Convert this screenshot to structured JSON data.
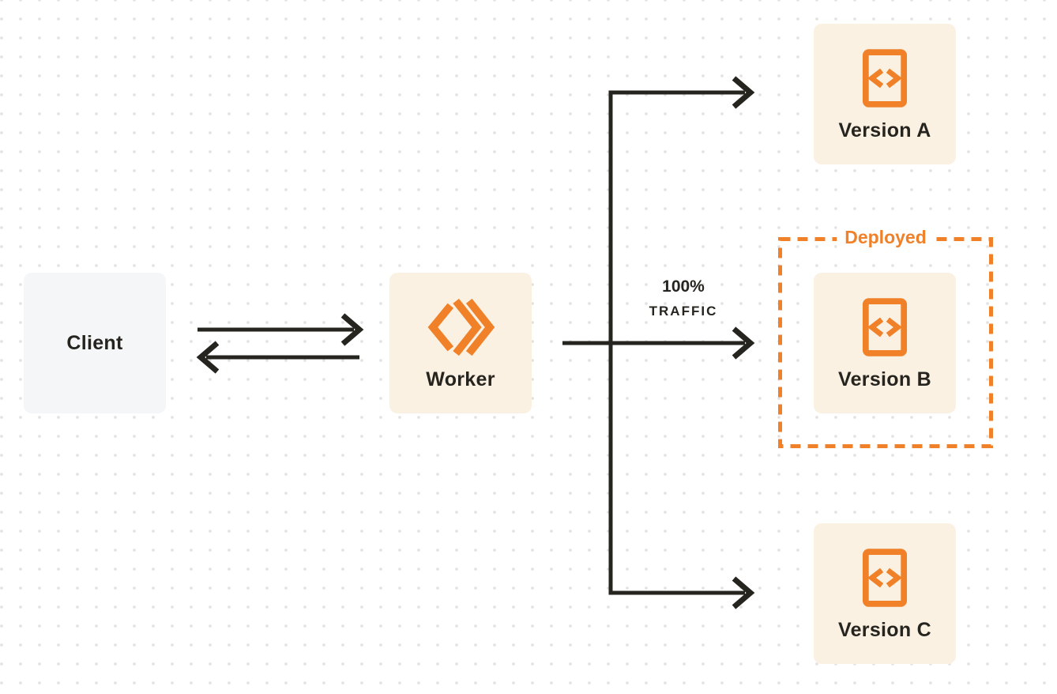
{
  "colors": {
    "accent": "#F08129",
    "node_cream": "#FBF1E3",
    "node_gray": "#F5F6F7",
    "line_ink": "#26241F",
    "dot_grid": "#E2E2E2"
  },
  "nodes": {
    "client": {
      "label": "Client"
    },
    "worker": {
      "label": "Worker",
      "icon": "workers-logo-icon"
    },
    "version_a": {
      "label": "Version A",
      "icon": "code-file-icon"
    },
    "version_b": {
      "label": "Version B",
      "icon": "code-file-icon"
    },
    "version_c": {
      "label": "Version C",
      "icon": "code-file-icon"
    }
  },
  "annotations": {
    "deployed": {
      "label": "Deployed"
    },
    "traffic": {
      "line1": "100%",
      "line2": "TRAFFIC"
    }
  }
}
